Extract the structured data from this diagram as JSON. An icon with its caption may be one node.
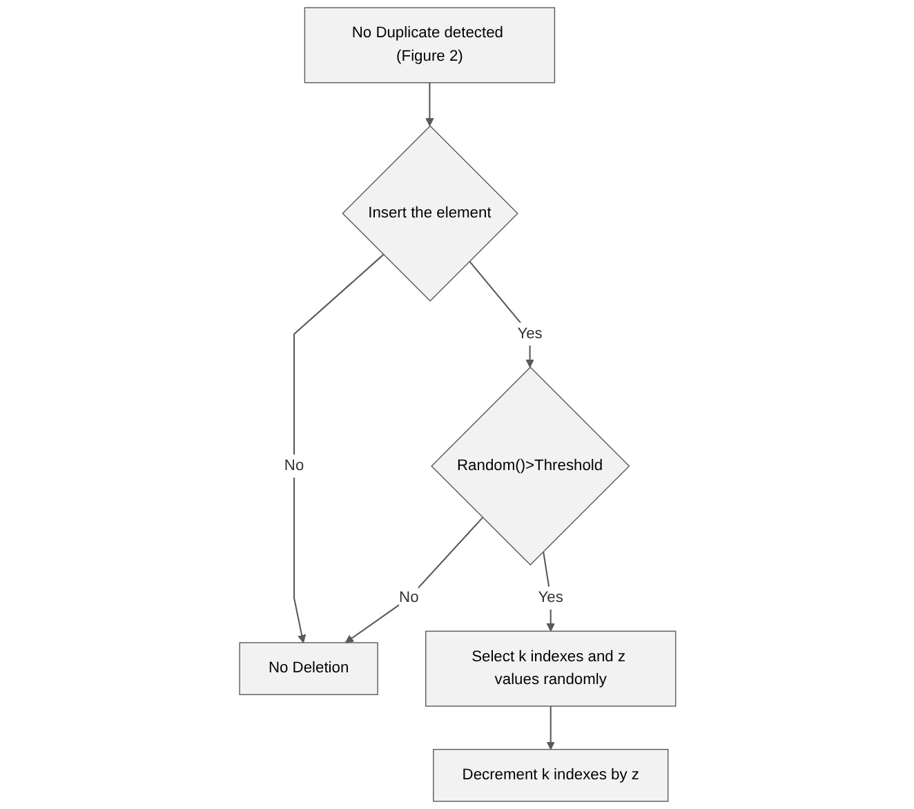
{
  "diagram": {
    "nodes": [
      {
        "text": [
          "No Duplicate detected (Figure 2)"
        ]
      },
      {
        "text": [
          "Insert the element"
        ]
      },
      {
        "text": [
          "No Deletion"
        ]
      },
      {
        "text": [
          "Random()>Threshold"
        ]
      },
      {
        "text": [
          "Select k indexes and z values randomly"
        ]
      },
      {
        "text": [
          "Decrement k indexes by z"
        ]
      }
    ],
    "edges": [
      {
        "from": 0,
        "to": 1,
        "arrow": "to"
      },
      {
        "from": 1,
        "to": 2,
        "arrow": "to",
        "label": "No"
      },
      {
        "from": 1,
        "to": 3,
        "arrow": "to",
        "label": "Yes"
      },
      {
        "from": 3,
        "to": 2,
        "arrow": "to",
        "label": "No"
      },
      {
        "from": 3,
        "to": 4,
        "arrow": "to",
        "label": "Yes"
      },
      {
        "from": 4,
        "to": 5,
        "arrow": "to"
      }
    ]
  }
}
